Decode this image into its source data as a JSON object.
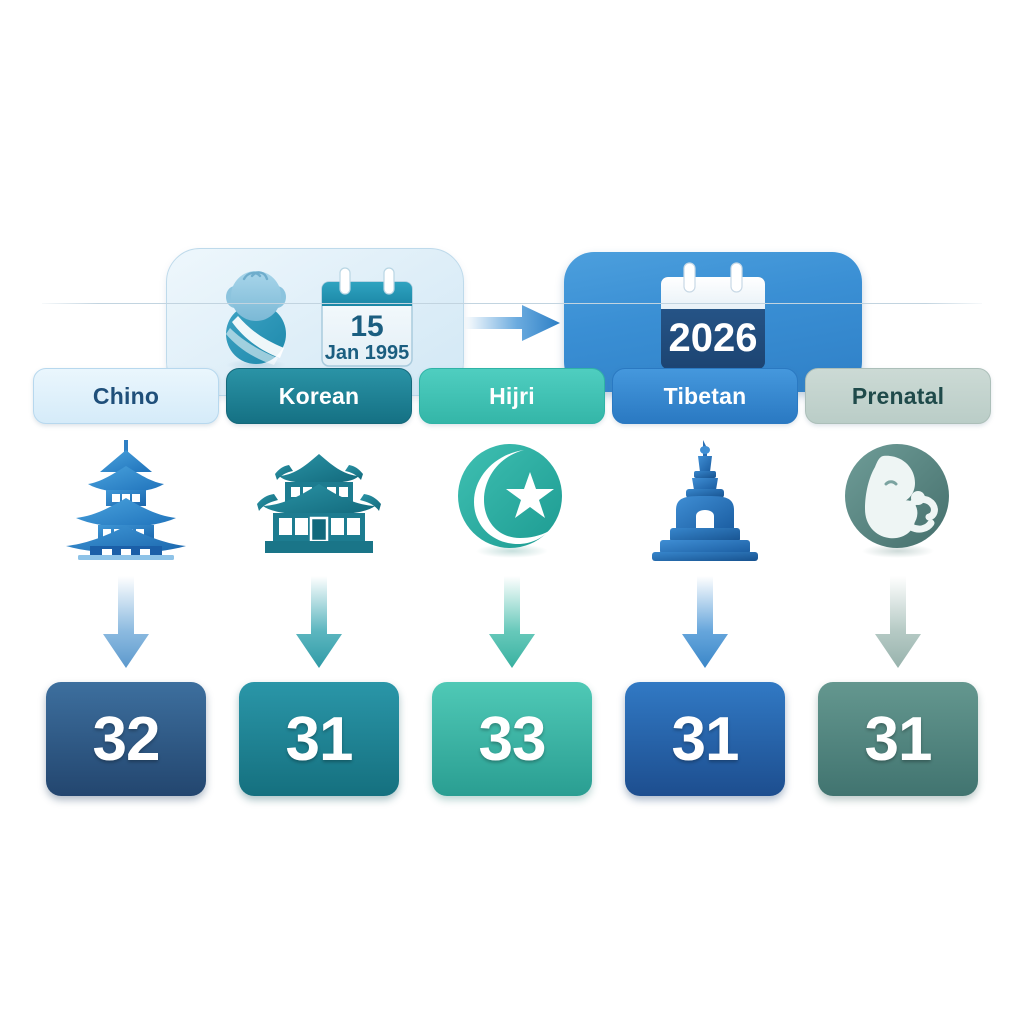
{
  "top": {
    "birth_card": {
      "person_icon": "baby-icon",
      "calendar_icon": "calendar-icon",
      "day": "15",
      "month_year": "Jan 1995"
    },
    "arrow_icon": "right-arrow-icon",
    "target_card": {
      "calendar_icon": "calendar-icon",
      "year": "2026"
    }
  },
  "columns": [
    {
      "label": "Chino",
      "icon": "pagoda-icon",
      "value": "32",
      "pill_bg": "#dceefa",
      "pill_text": "#1f4f7a",
      "pill_border": "#b7d8ee",
      "box_top": "#3d6f9e",
      "box_bottom": "#23466f",
      "arrow_color": "#6fa9d8"
    },
    {
      "label": "Korean",
      "icon": "hanok-icon",
      "value": "31",
      "pill_bg": "#1f8296",
      "pill_text": "#ffffff",
      "pill_border": "#14687a",
      "box_top": "#2a96a8",
      "box_bottom": "#15707f",
      "arrow_color": "#3fa9b4"
    },
    {
      "label": "Hijri",
      "icon": "crescent-star-icon",
      "value": "33",
      "pill_bg": "#45c7ba",
      "pill_text": "#ffffff",
      "pill_border": "#2fb3a6",
      "box_top": "#4ac2b0",
      "box_bottom": "#2a9e92",
      "arrow_color": "#4cbfae"
    },
    {
      "label": "Tibetan",
      "icon": "stupa-icon",
      "value": "31",
      "pill_bg": "#3a8fd8",
      "pill_text": "#ffffff",
      "pill_border": "#2a79c2",
      "box_top": "#2f72bd",
      "box_bottom": "#1d4e8f",
      "arrow_color": "#4b96d5"
    },
    {
      "label": "Prenatal",
      "icon": "fetus-icon",
      "value": "31",
      "pill_bg": "#c4d3ce",
      "pill_text": "#1f4a4a",
      "pill_border": "#acbfb9",
      "box_top": "#5f938e",
      "box_bottom": "#417470",
      "arrow_color": "#a8c0ba"
    }
  ],
  "colors": {
    "divider": "#c2d4e0",
    "background": "#ffffff"
  }
}
